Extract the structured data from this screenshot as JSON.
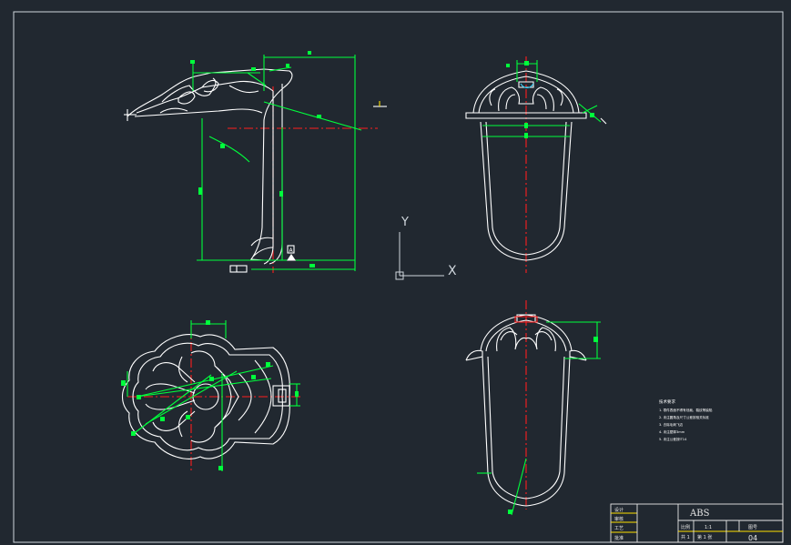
{
  "drawing": {
    "background": "#212830",
    "colors": {
      "outline": "#ffffff",
      "dimension": "#00ff3c",
      "centerline": "#ff1e1e",
      "annotation": "#ffe100",
      "cyan": "#3ad6ff",
      "ucs": "#cfd6dc"
    },
    "ucs": {
      "x_label": "X",
      "y_label": "Y"
    },
    "section_marker": "A",
    "notes": {
      "heading": "技术要求",
      "lines": [
        "1. 零件表面不得有划痕、裂纹等缺陷",
        "2. 未注圆角及尺寸公差按相关标准",
        "3. 去除毛刺飞边",
        "4. 未注壁厚3mm",
        "5. 未注公差按IT14"
      ]
    }
  },
  "title_block": {
    "material": "ABS",
    "scale_label": "比例",
    "scale_value": "1:1",
    "qty_label": "共 1",
    "sheet_label": "第 1 张",
    "drawing_no_label": "图号",
    "drawing_no": "04",
    "left_labels": [
      "设计",
      "审核",
      "工艺",
      "批准"
    ]
  }
}
